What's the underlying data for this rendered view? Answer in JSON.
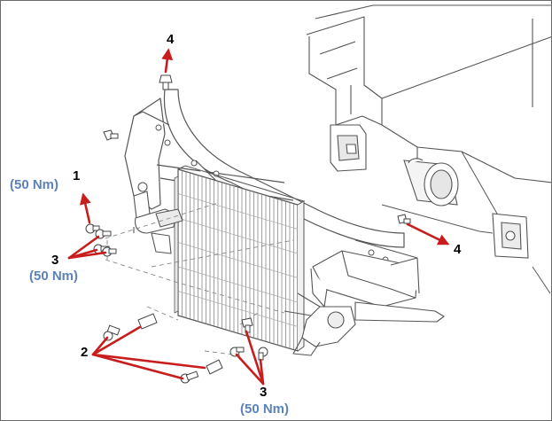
{
  "colors": {
    "callout_arrow": "#c81d1d",
    "torque_text": "#5b83b8",
    "line_art": "#555555",
    "number_text": "#000000"
  },
  "callouts": {
    "c1": "1",
    "c2": "2",
    "c3_left": "3",
    "c3_bottom": "3",
    "c4_top": "4",
    "c4_right": "4"
  },
  "torques": {
    "t1": "(50 Nm)",
    "t3_left": "(50 Nm)",
    "t3_bottom": "(50 Nm)"
  }
}
